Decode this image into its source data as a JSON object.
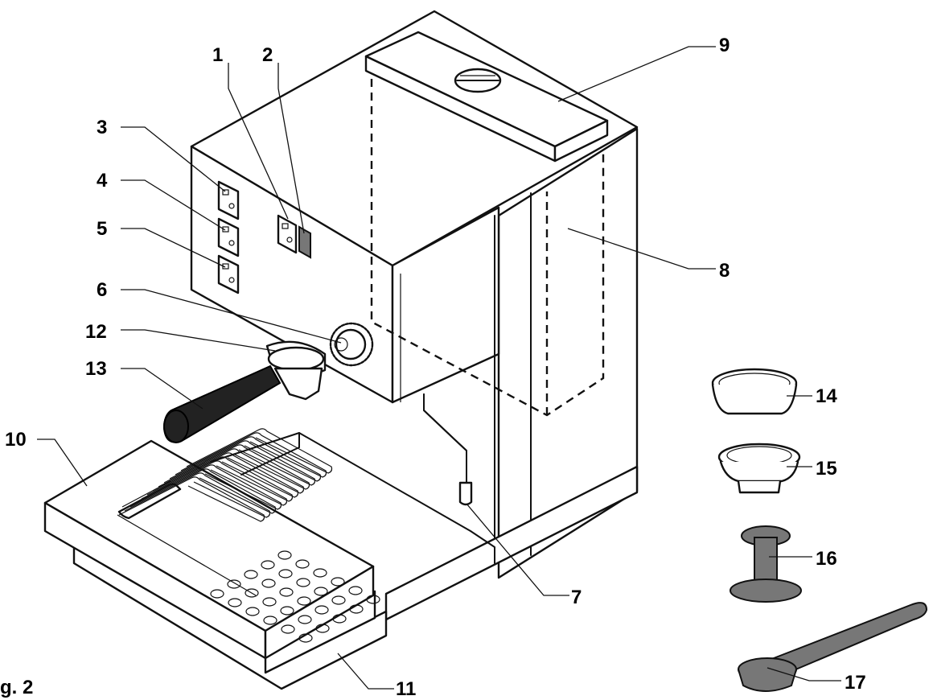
{
  "figure": {
    "caption": "g. 2",
    "callouts": [
      {
        "id": "1",
        "label": "1"
      },
      {
        "id": "2",
        "label": "2"
      },
      {
        "id": "3",
        "label": "3"
      },
      {
        "id": "4",
        "label": "4"
      },
      {
        "id": "5",
        "label": "5"
      },
      {
        "id": "6",
        "label": "6"
      },
      {
        "id": "7",
        "label": "7"
      },
      {
        "id": "8",
        "label": "8"
      },
      {
        "id": "9",
        "label": "9"
      },
      {
        "id": "10",
        "label": "10"
      },
      {
        "id": "11",
        "label": "11"
      },
      {
        "id": "12",
        "label": "12"
      },
      {
        "id": "13",
        "label": "13"
      },
      {
        "id": "14",
        "label": "14"
      },
      {
        "id": "15",
        "label": "15"
      },
      {
        "id": "16",
        "label": "16"
      },
      {
        "id": "17",
        "label": "17"
      }
    ]
  }
}
